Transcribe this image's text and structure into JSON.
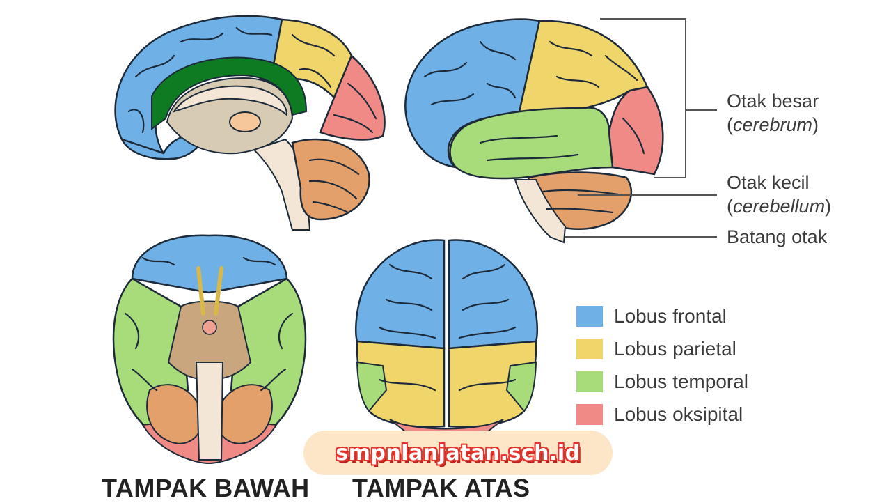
{
  "colors": {
    "frontal": "#6fb1e6",
    "parietal": "#f0d56a",
    "temporal": "#a8dc7a",
    "occipital": "#f08a86",
    "cerebellum": "#e3a06a",
    "stem": "#f3e6d6",
    "limbic": "#0e7a22",
    "accent": "#e5342b"
  },
  "labels": {
    "cerebrum_name": "Otak besar",
    "cerebrum_latin": "cerebrum",
    "cerebellum_name": "Otak kecil",
    "cerebellum_latin": "cerebellum",
    "brainstem": "Batang otak"
  },
  "legend": [
    {
      "label": "Lobus frontal",
      "color": "#6fb1e6"
    },
    {
      "label": "Lobus parietal",
      "color": "#f0d56a"
    },
    {
      "label": "Lobus temporal",
      "color": "#a8dc7a"
    },
    {
      "label": "Lobus oksipital",
      "color": "#f08a86"
    }
  ],
  "views": {
    "bottom": "TAMPAK BAWAH",
    "top": "TAMPAK ATAS"
  },
  "watermark": "smpnlanjatan.sch.id"
}
